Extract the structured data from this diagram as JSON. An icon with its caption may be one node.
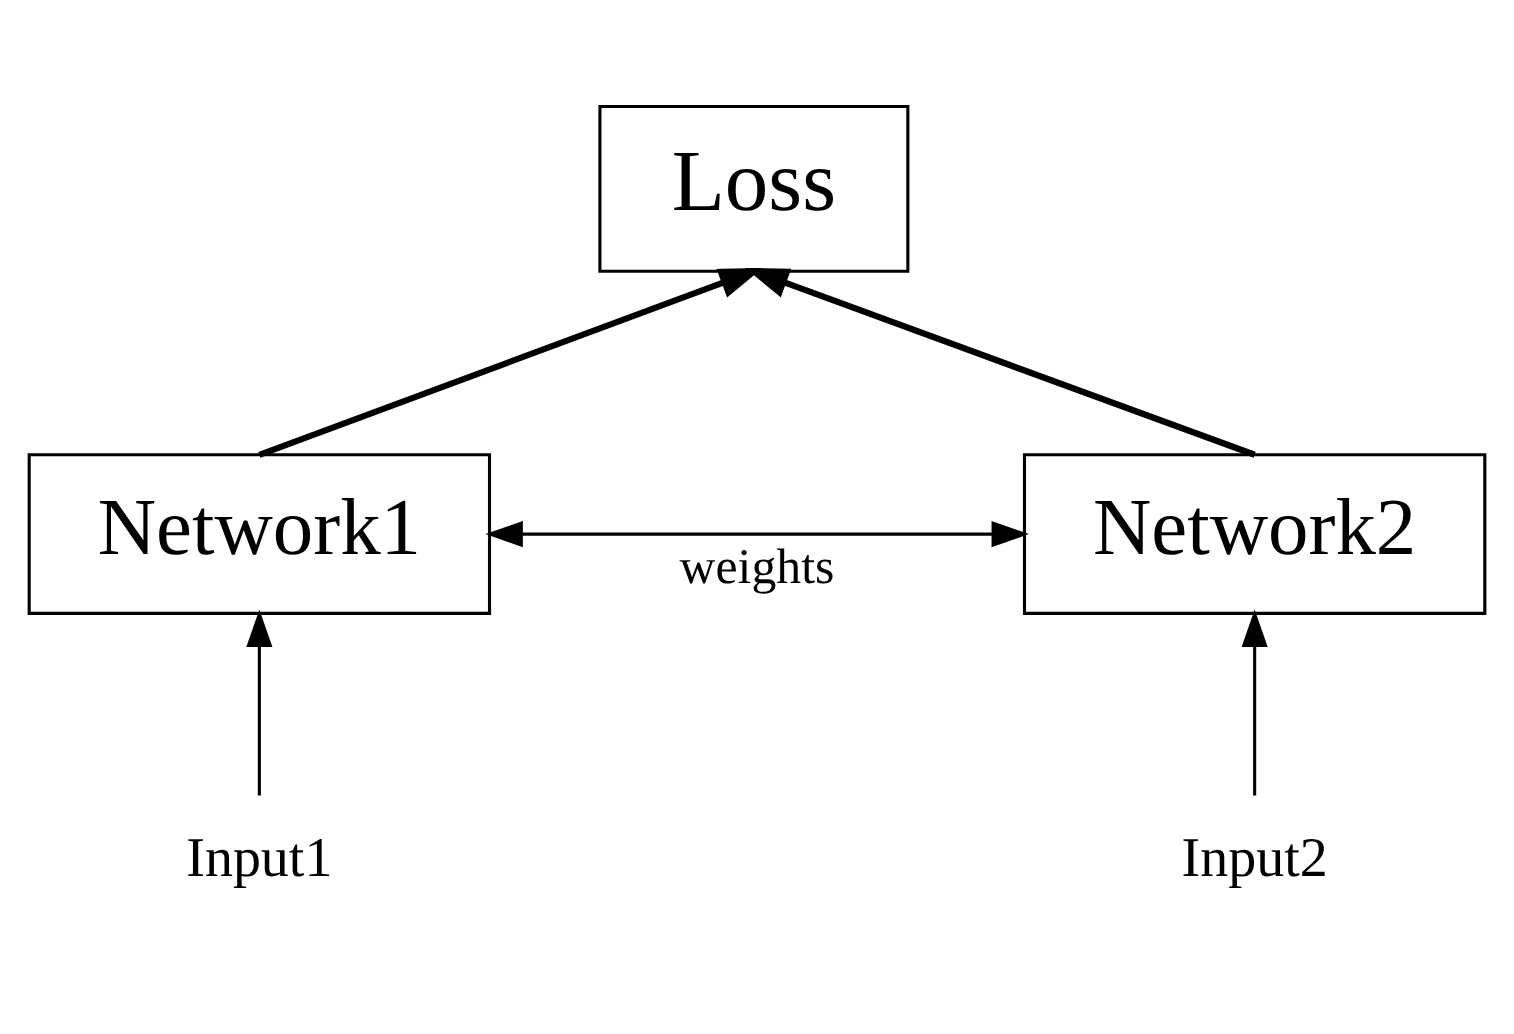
{
  "diagram": {
    "nodes": [
      {
        "text": [
          "Loss"
        ]
      },
      {
        "text": [
          "Network1"
        ]
      },
      {
        "text": [
          "Network2"
        ]
      },
      {
        "text": [
          "Input1"
        ]
      },
      {
        "text": [
          "Input2"
        ]
      }
    ],
    "edges": [
      {
        "from": 3,
        "to": 1,
        "arrow": "to"
      },
      {
        "from": 4,
        "to": 2,
        "arrow": "to"
      },
      {
        "from": 1,
        "to": 0,
        "arrow": "to",
        "style": "thick"
      },
      {
        "from": 2,
        "to": 0,
        "arrow": "to",
        "style": "thick"
      },
      {
        "from": 1,
        "to": 2,
        "arrow": "both",
        "label": "weights"
      }
    ]
  }
}
